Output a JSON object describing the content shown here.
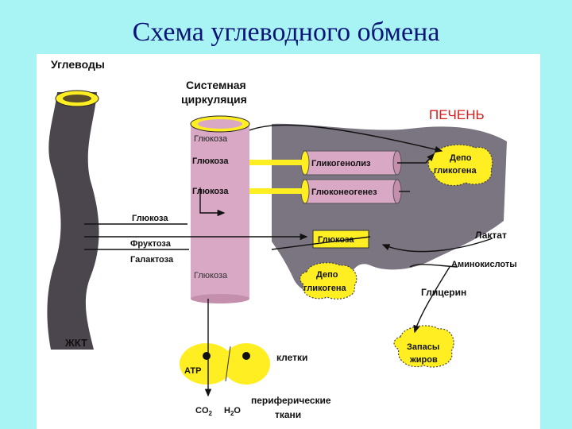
{
  "title": "Схема углеводного обмена",
  "labels": {
    "carbs": "Углеводы",
    "systemic_1": "Системная",
    "systemic_2": "циркуляция",
    "liver": "ПЕЧЕНЬ",
    "depot_liver_1": "Депо",
    "depot_liver_2": "гликогена",
    "glycogenolysis": "Гликогенолиз",
    "gluconeogenesis": "Глюконеогенез",
    "glucose_1": "Глюкоза",
    "glucose_2": "Глюкоза",
    "glucose_3": "Глюкоза",
    "glucose_4": "Глюкоза",
    "gut_glucose": "Глюкоза",
    "gut_fructose": "Фруктоза",
    "gut_galactose": "Галактоза",
    "liver_glucose": "Глюкоза",
    "lactate": "Лактат",
    "amino_acids": "Аминокислоты",
    "depot_mid_1": "Депо",
    "depot_mid_2": "гликогена",
    "glycerol": "Глицерин",
    "gi_tract": "ЖКТ",
    "fat_1": "Запасы",
    "fat_2": "жиров",
    "atp": "АТР",
    "cells": "клетки",
    "co2": "CO",
    "co2_sub": "2",
    "h2o_h": "H",
    "h2o_sub": "2",
    "h2o_o": "O",
    "peripheral_1": "периферические",
    "peripheral_2": "ткани"
  },
  "colors": {
    "background": "#a8f4f4",
    "title": "#0c1577",
    "tube": "#d9a8c4",
    "liver": "#7b7481",
    "gut": "#4b454d",
    "yellow": "#ffee22",
    "red_text": "#d81c1c"
  }
}
